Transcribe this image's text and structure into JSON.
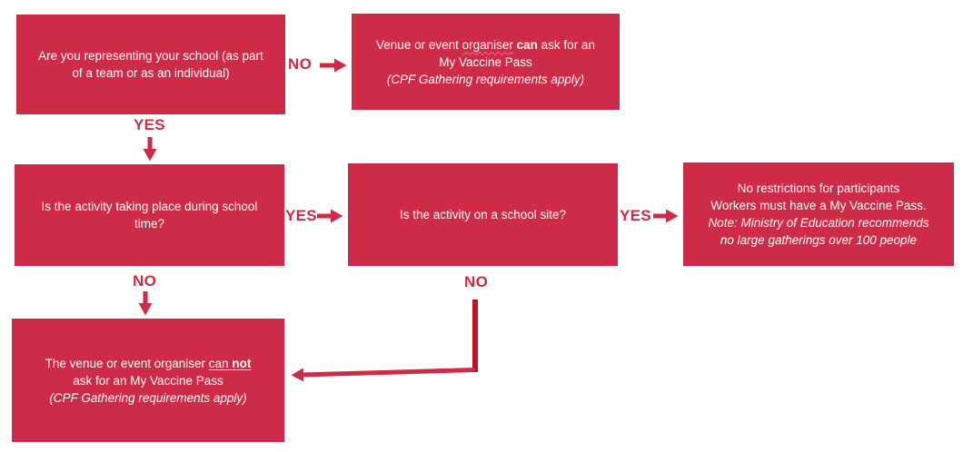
{
  "colors": {
    "background": "#ffffff",
    "box": "#cd2b47",
    "text": "#ffffff",
    "label": "#cd2b47",
    "connector": "#cd2b47",
    "connector_dark": "#c0111f"
  },
  "boxes": {
    "q_representing": {
      "lines": [
        [
          {
            "t": "Are you representing your school (as part"
          }
        ],
        [
          {
            "t": "of a team or as an individual)"
          }
        ]
      ]
    },
    "venue_can_ask": {
      "lines": [
        [
          {
            "t": "Venue or event "
          },
          {
            "t": "organiser",
            "w": true
          },
          {
            "t": " "
          },
          {
            "t": "can",
            "b": true
          },
          {
            "t": " ask for an"
          }
        ],
        [
          {
            "t": "My Vaccine Pass"
          }
        ],
        [
          {
            "t": "(CPF Gathering requirements apply)",
            "i": true
          }
        ]
      ]
    },
    "q_school_time": {
      "lines": [
        [
          {
            "t": "Is the activity taking place during school"
          }
        ],
        [
          {
            "t": "time?"
          }
        ]
      ]
    },
    "q_school_site": {
      "lines": [
        [
          {
            "t": "Is the activity on a school site?"
          }
        ]
      ]
    },
    "no_restrictions": {
      "lines": [
        [
          {
            "t": "No restrictions for participants"
          }
        ],
        [
          {
            "t": "Workers must have a My Vaccine Pass."
          }
        ],
        [
          {
            "t": "Note: Ministry of Education recommends",
            "i": true
          }
        ],
        [
          {
            "t": "no large gatherings over 100 people",
            "i": true
          }
        ]
      ]
    },
    "venue_cannot_ask": {
      "lines": [
        [
          {
            "t": "The venue or event organiser "
          },
          {
            "t": "can",
            "u": true
          },
          {
            "t": " ",
            "u": true
          },
          {
            "t": "not",
            "b": true,
            "u": true
          }
        ],
        [
          {
            "t": "ask for an My Vaccine Pass"
          }
        ],
        [
          {
            "t": "(CPF Gathering requirements apply)",
            "i": true
          }
        ]
      ]
    }
  },
  "labels": {
    "no_top": "NO",
    "yes_top": "YES",
    "yes_mid_left": "YES",
    "yes_mid_right": "YES",
    "no_mid_left": "NO",
    "no_mid_center": "NO"
  }
}
